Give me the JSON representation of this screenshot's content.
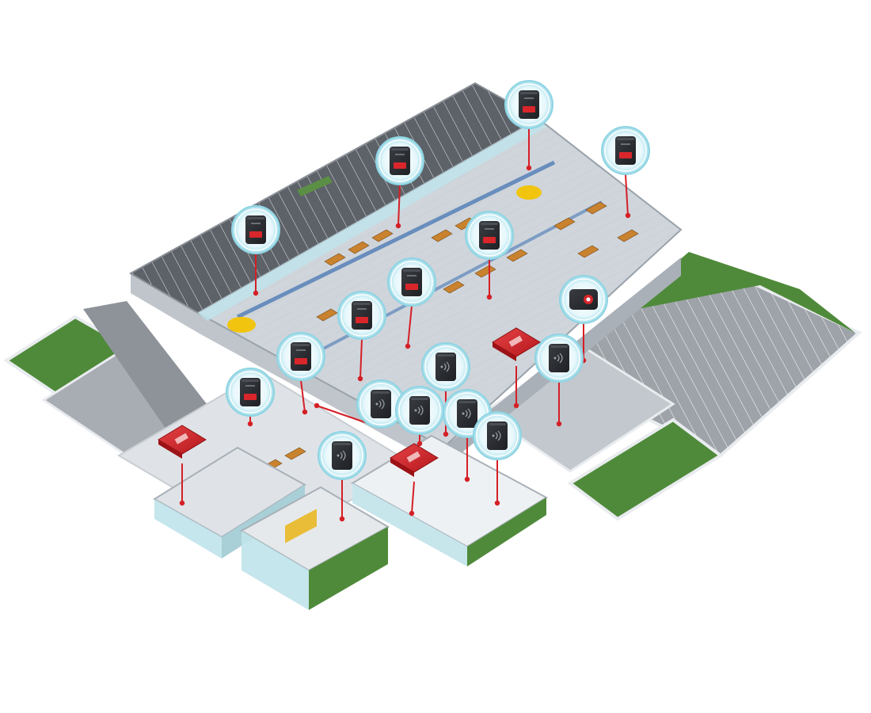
{
  "scene": {
    "type": "isometric-facility-cutaway",
    "background": "#ffffff",
    "colors": {
      "ground_green": "#4f8a3a",
      "roof_dark": "#5b5f66",
      "floor_light": "#d9dde2",
      "wall_glass": "#bfe3ea",
      "reader_body": "#2b2d31",
      "reader_accent": "#d8262b",
      "halo": "#bfeaf3",
      "connector": "#d51f26"
    }
  },
  "zones": [
    {
      "id": "zone-parking-lot-east",
      "icon": "parking-lot"
    },
    {
      "id": "zone-rooftop-parking",
      "icon": "parking-lot"
    },
    {
      "id": "zone-manufacturing-floor",
      "icon": "factory-floor"
    },
    {
      "id": "zone-loading-dock",
      "icon": "truck"
    },
    {
      "id": "zone-warehouse-racks",
      "icon": "shelving"
    },
    {
      "id": "zone-secure-storage",
      "icon": "locker"
    },
    {
      "id": "zone-office-lab",
      "icon": "office"
    },
    {
      "id": "zone-lobby-entrance",
      "icon": "entrance"
    }
  ],
  "readers": [
    {
      "id": "reader-01",
      "kind": "wall-reader",
      "icon": "card-reader-icon"
    },
    {
      "id": "reader-02",
      "kind": "wall-reader",
      "icon": "card-reader-icon"
    },
    {
      "id": "reader-03",
      "kind": "wall-reader",
      "icon": "card-reader-icon"
    },
    {
      "id": "reader-04",
      "kind": "wall-reader",
      "icon": "card-reader-icon"
    },
    {
      "id": "reader-05",
      "kind": "wall-reader",
      "icon": "card-reader-icon"
    },
    {
      "id": "reader-06",
      "kind": "wall-reader",
      "icon": "card-reader-icon"
    },
    {
      "id": "reader-07",
      "kind": "wall-reader",
      "icon": "card-reader-icon"
    },
    {
      "id": "reader-08",
      "kind": "wall-reader",
      "icon": "card-reader-icon"
    },
    {
      "id": "reader-09",
      "kind": "wall-reader",
      "icon": "card-reader-icon"
    },
    {
      "id": "reader-10",
      "kind": "desktop-reader",
      "icon": "contactless-reader-icon"
    },
    {
      "id": "reader-11",
      "kind": "desktop-reader",
      "icon": "contactless-reader-icon"
    },
    {
      "id": "reader-12",
      "kind": "desktop-reader",
      "icon": "contactless-reader-icon"
    },
    {
      "id": "reader-13",
      "kind": "desktop-reader",
      "icon": "contactless-reader-icon"
    },
    {
      "id": "reader-14",
      "kind": "desktop-reader",
      "icon": "contactless-reader-icon"
    },
    {
      "id": "reader-15",
      "kind": "desktop-reader",
      "icon": "contactless-reader-icon"
    },
    {
      "id": "reader-16",
      "kind": "desktop-reader",
      "icon": "contactless-reader-icon"
    },
    {
      "id": "reader-17",
      "kind": "desktop-reader",
      "icon": "contactless-reader-icon"
    },
    {
      "id": "reader-18",
      "kind": "desktop-reader",
      "icon": "contactless-reader-icon"
    },
    {
      "id": "reader-19",
      "kind": "wave-id-reader",
      "icon": "wave-reader-icon"
    },
    {
      "id": "reader-20",
      "kind": "wall-reader",
      "icon": "card-reader-icon"
    },
    {
      "id": "module-1",
      "kind": "embedded-module",
      "icon": "reader-module-icon"
    },
    {
      "id": "module-2",
      "kind": "embedded-module",
      "icon": "reader-module-icon"
    },
    {
      "id": "module-3",
      "kind": "embedded-module",
      "icon": "reader-module-icon"
    }
  ]
}
